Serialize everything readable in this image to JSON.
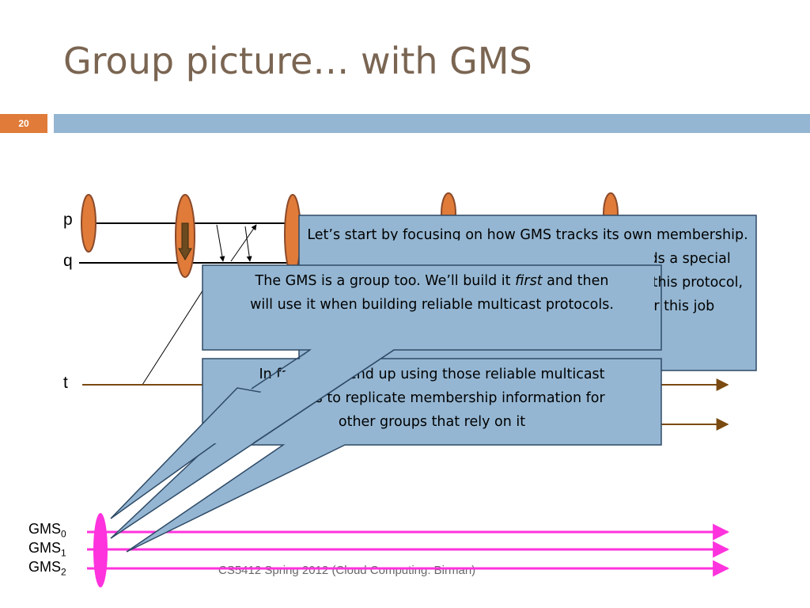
{
  "slide": {
    "title": "Group picture… with GMS",
    "number": "20",
    "footer": "CS5412 Spring 2012 (Cloud Computing: Birman)"
  },
  "processes": {
    "p": "p",
    "q": "q",
    "t": "t"
  },
  "gms": {
    "prefix": "GMS",
    "subs": [
      "0",
      "1",
      "2"
    ]
  },
  "callouts": {
    "back_a": "Let’s start by focusing on how GMS tracks its own membership.  Since it can’t just ask the GMS to do this it needs a special protocol for this purpose.  But only the GMS uses this protocol, since other processes just rely on the GMS for this job",
    "back_b_line1": "In fact it will end up using those reliable multicast",
    "back_b_line2": "protocols to replicate membership information for",
    "back_b_line3": "other groups that rely on it",
    "front_line1_pre": "The GMS is a group too.  We’ll build it ",
    "front_line1_em": "first",
    "front_line1_post": " and then",
    "front_line2": "will use it when building reliable multicast protocols."
  },
  "colors": {
    "title": "#7a6552",
    "accent_orange": "#e07b39",
    "header_bar": "#94b6d2",
    "callout_fill": "#94b6d2",
    "callout_border": "#2e4a66",
    "timeline_brown": "#7a4a10",
    "gms_magenta": "#ff33dd",
    "ellipse_fill": "#e07b39"
  }
}
